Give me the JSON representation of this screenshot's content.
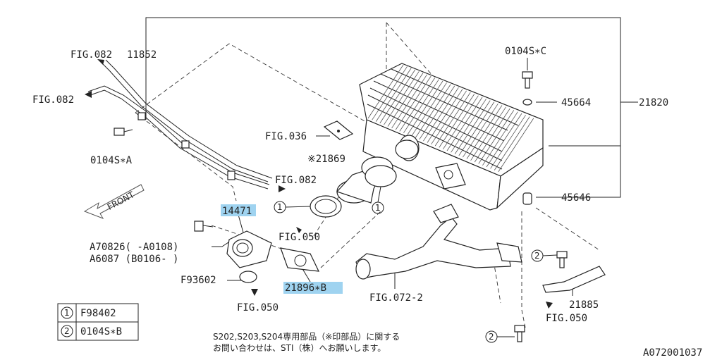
{
  "diagram": {
    "labels": {
      "fig082_top": "FIG.082",
      "p11852": "11852",
      "fig082_left": "FIG.082",
      "bolt_a": "0104S∗A",
      "fig036": "FIG.036",
      "p21869": "※21869",
      "fig082_mid": "FIG.082",
      "front": "FRONT",
      "p14471": "14471",
      "fig050_center": "FIG.050",
      "a70826": "A70826(    -A0108)",
      "a6087": "A6087 (B0106-    )",
      "f93602": "F93602",
      "fig050_bottom": "FIG.050",
      "p21896": "21896∗B",
      "fig072": "FIG.072-2",
      "bolt_c": "0104S∗C",
      "p45664": "45664",
      "p21820": "21820",
      "p45646": "45646",
      "p21885": "21885",
      "fig050_right": "FIG.050",
      "callout1_a": "1",
      "callout1_b": "1",
      "callout2_a": "2",
      "callout2_b": "2"
    },
    "legend": [
      {
        "num": "1",
        "part": "F98402"
      },
      {
        "num": "2",
        "part": "0104S∗B"
      }
    ],
    "note": {
      "line1": "S202,S203,S204専用部品（※印部品）に関する",
      "line2": "お問い合わせは、STI（株）へお願いします。"
    },
    "diagram_id": "A072001037",
    "highlight_color": "#9fd3f0"
  }
}
